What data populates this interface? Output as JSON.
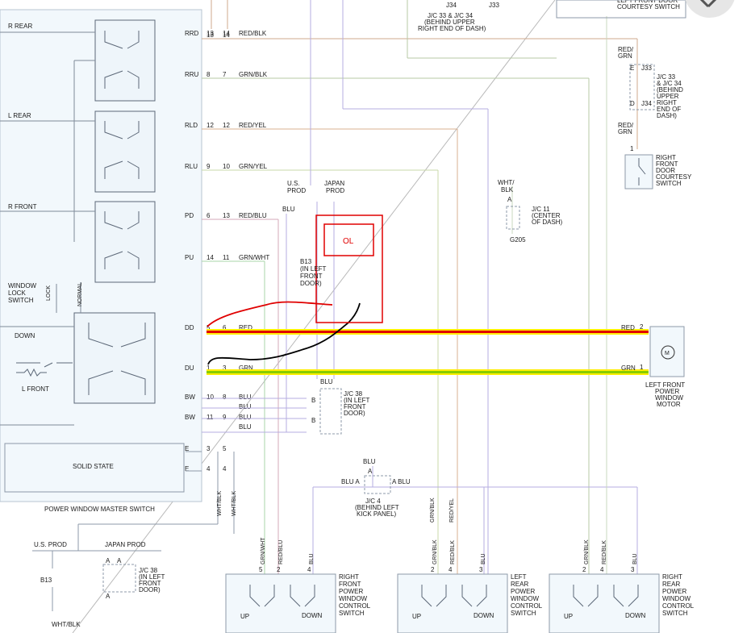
{
  "switch_labels": {
    "r_rear": "R REAR",
    "l_rear": "L REAR",
    "r_front": "R FRONT",
    "window_lock": "WINDOW\nLOCK\nSWITCH",
    "lock": "LOCK",
    "normal": "NORMAL",
    "down": "DOWN",
    "l_front": "L FRONT",
    "solid_state": "SOLID STATE",
    "master_switch": "POWER WINDOW MASTER SWITCH"
  },
  "terminals": [
    {
      "term": "RRD",
      "a": "13",
      "b": "14",
      "wire": "RED/BLK"
    },
    {
      "term": "RRU",
      "a": "8",
      "b": "7",
      "wire": "GRN/BLK"
    },
    {
      "term": "RLD",
      "a": "12",
      "b": "12",
      "wire": "RED/YEL"
    },
    {
      "term": "RLU",
      "a": "9",
      "b": "10",
      "wire": "GRN/YEL"
    },
    {
      "term": "PD",
      "a": "6",
      "b": "13",
      "wire": "RED/BLU"
    },
    {
      "term": "PU",
      "a": "14",
      "b": "11",
      "wire": "GRN/WHT"
    },
    {
      "term": "DD",
      "a": "5",
      "b": "6",
      "wire": "RED"
    },
    {
      "term": "DU",
      "a": "1",
      "b": "3",
      "wire": "GRN"
    },
    {
      "term": "BW",
      "a": "10",
      "b": "8",
      "wire": "BLU"
    },
    {
      "term": "",
      "a": "",
      "b": "",
      "wire": "BLU"
    },
    {
      "term": "BW",
      "a": "11",
      "b": "9",
      "wire": "BLU"
    },
    {
      "term": "",
      "a": "",
      "b": "",
      "wire": "BLU"
    },
    {
      "term": "E",
      "a": "3",
      "b": "5",
      "wire": ""
    },
    {
      "term": "E",
      "a": "4",
      "b": "4",
      "wire": ""
    }
  ],
  "top_labels": {
    "top_pins": [
      "13",
      "14"
    ],
    "j34": "J34",
    "j33": "J33",
    "jc33_34": "J/C 33 & J/C 34\n(BEHIND UPPER\nRIGHT END OF DASH)",
    "lf_courtesy": "LEFT FRONT DOOR\nCOURTESY SWITCH"
  },
  "center_labels": {
    "us_prod": "U.S.\nPROD",
    "japan_prod": "JAPAN\nPROD",
    "blu": "BLU",
    "b13": "B13\n(IN LEFT\nFRONT\nDOOR)",
    "ol": "OL",
    "wht_blk": "WHT/\nBLK",
    "jc11_a": "A",
    "jc11": "J/C 11\n(CENTER\nOF DASH)",
    "g205": "G205",
    "jc38_blu": "BLU",
    "jc38_b": "B",
    "jc38": "J/C 38\n(IN LEFT\nFRONT\nDOOR)"
  },
  "right_labels": {
    "red_grn": "RED/\nGRN",
    "e": "E",
    "j33": "J33",
    "d": "D",
    "j34": "J34",
    "jc33": "J/C 33\n& J/C 34\n(BEHIND\nUPPER\nRIGHT\nEND OF\nDASH)",
    "red_grn2": "RED/\nGRN",
    "pin1": "1",
    "rf_courtesy": "RIGHT\nFRONT\nDOOR\nCOURTESY\nSWITCH",
    "red_out": "RED",
    "pin2": "2",
    "grn_out": "GRN",
    "pin1b": "1",
    "motor": "LEFT FRONT\nPOWER\nWINDOW\nMOTOR",
    "motor_sym": "M"
  },
  "kick": {
    "blu": "BLU",
    "a": "A",
    "blu_a_l": "BLU  A",
    "a_blu_r": "A  BLU",
    "label": "J/C 4\n(BEHIND LEFT\nKICK PANEL)"
  },
  "bottom_left": {
    "us_prod": "U.S. PROD",
    "japan_prod": "JAPAN PROD",
    "b13": "B13",
    "a": "A",
    "jc38": "J/C 38\n(IN LEFT\nFRONT\nDOOR)",
    "wht_blk": "WHT/BLK",
    "wht_blk_v1": "WHT/BLK",
    "wht_blk_v2": "WHT/BLK"
  },
  "bottom_switches": [
    {
      "wires": [
        "GRN/WHT",
        "RED/BLU",
        "BLU"
      ],
      "pins": [
        "5",
        "2",
        "4"
      ],
      "up": "UP",
      "down": "DOWN",
      "label": "RIGHT\nFRONT\nPOWER\nWINDOW\nCONTROL\nSWITCH"
    },
    {
      "wires": [
        "GRN/BLK",
        "RED/BLK",
        "BLU"
      ],
      "pins": [
        "2",
        "4",
        "3"
      ],
      "up": "UP",
      "down": "DOWN",
      "label": "LEFT\nREAR\nPOWER\nWINDOW\nCONTROL\nSWITCH"
    },
    {
      "wires": [
        "GRN/BLK",
        "RED/BLK",
        "BLU"
      ],
      "pins": [
        "2",
        "4",
        "3"
      ],
      "up": "UP",
      "down": "DOWN",
      "label": "RIGHT\nREAR\nPOWER\nWINDOW\nCONTROL\nSWITCH"
    }
  ],
  "vertical_wires": [
    "GRN/BLK",
    "RED/YEL"
  ],
  "colors": {
    "highlight_red": "#e00000",
    "highlight_green": "#88cc00",
    "highlight_yellow": "#ffee00",
    "panel_fill": "#f2f8fc",
    "wire_gray": "#9aa8b8"
  },
  "icons": [
    "close-icon"
  ]
}
